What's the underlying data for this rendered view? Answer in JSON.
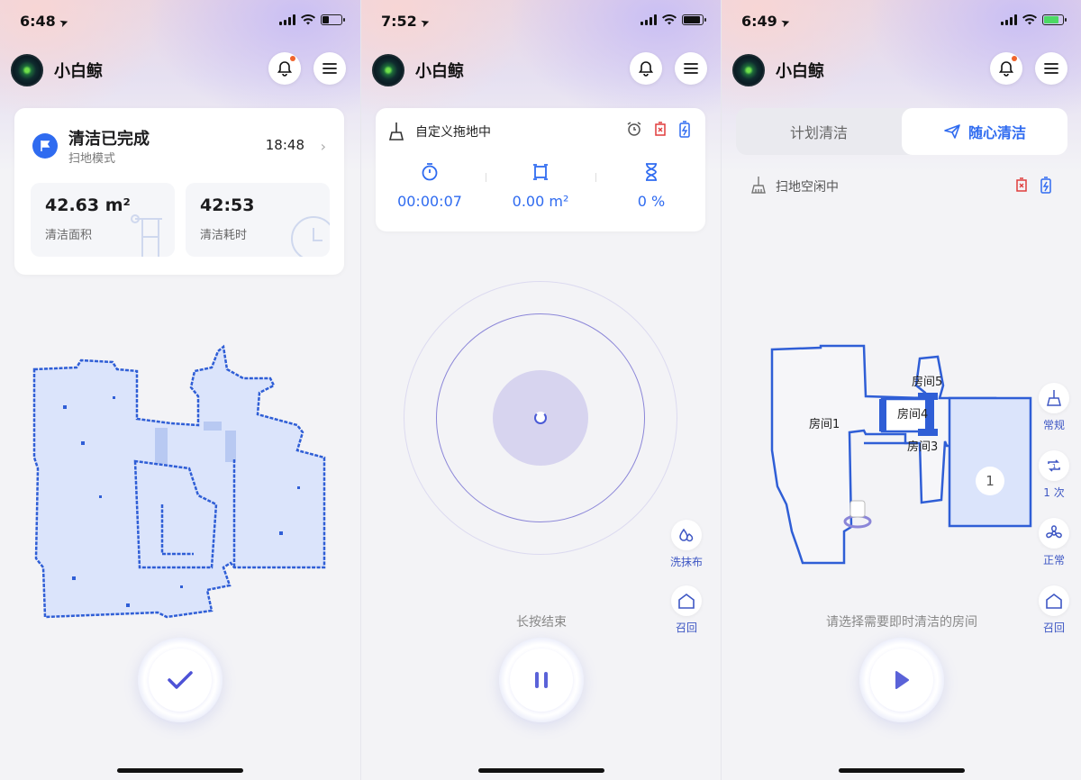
{
  "screens": [
    {
      "status_time": "6:48",
      "app_name": "小白鲸",
      "summary": {
        "title": "清洁已完成",
        "subtitle": "扫地模式",
        "time": "18:48",
        "area_value": "42.63 m²",
        "area_label": "清洁面积",
        "duration_value": "42:53",
        "duration_label": "清洁耗时"
      },
      "main_button_icon": "check-icon",
      "battery_level": 0.35
    },
    {
      "status_time": "7:52",
      "app_name": "小白鲸",
      "cleaning": {
        "mode": "自定义拖地中",
        "elapsed": "00:00:07",
        "area": "0.00 m²",
        "progress": "0 %"
      },
      "hint": "长按结束",
      "side_buttons": [
        {
          "label": "洗抹布",
          "icon": "mop-wash-icon"
        },
        {
          "label": "召回",
          "icon": "home-icon"
        }
      ],
      "main_button_icon": "pause-icon",
      "battery_level": 0.9
    },
    {
      "status_time": "6:49",
      "app_name": "小白鲸",
      "tabs": [
        {
          "label": "计划清洁",
          "active": false
        },
        {
          "label": "随心清洁",
          "active": true
        }
      ],
      "status_text": "扫地空闲中",
      "rooms": [
        "房间1",
        "房间4",
        "房间5",
        "房间3"
      ],
      "selected_room_number": "1",
      "side_buttons": [
        {
          "label": "常规",
          "icon": "broom-icon"
        },
        {
          "label": "1 次",
          "icon": "repeat-icon"
        },
        {
          "label": "正常",
          "icon": "fan-icon"
        },
        {
          "label": "召回",
          "icon": "home-icon"
        }
      ],
      "hint": "请选择需要即时清洁的房间",
      "main_button_icon": "play-icon",
      "battery_level": 0.8,
      "battery_charging": true
    }
  ],
  "colors": {
    "accent_blue": "#2f6bf0",
    "map_fill": "#dbe4fb",
    "map_wall": "#2f5ed6",
    "ring_purple": "#8b86d8",
    "alert_red": "#e03c3c",
    "notification_dot": "#f0642d"
  }
}
